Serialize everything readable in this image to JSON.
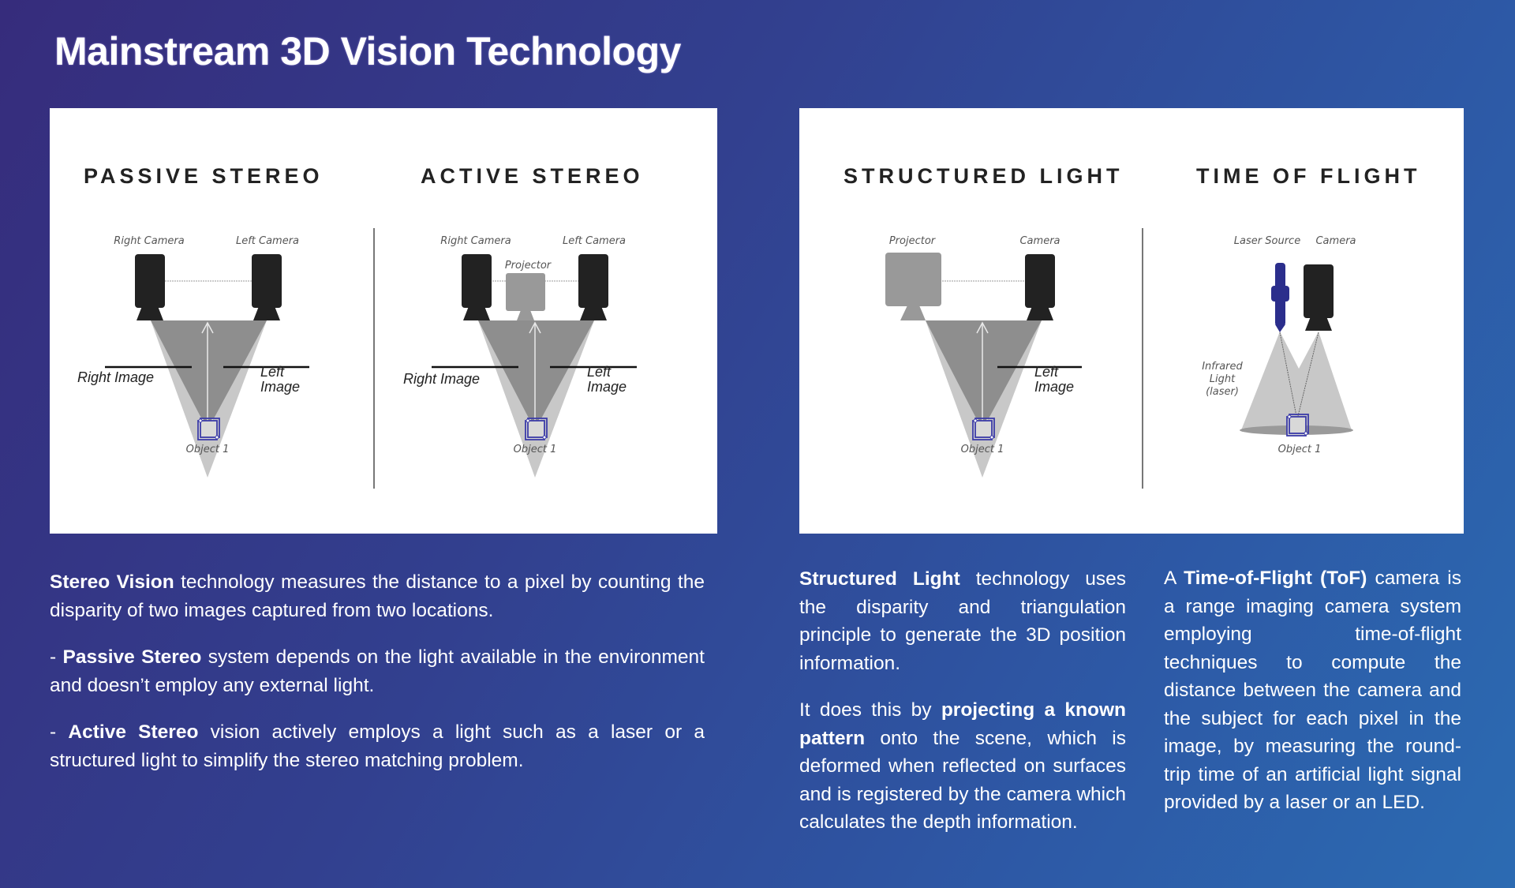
{
  "title": "Mainstream 3D Vision Technology",
  "colors": {
    "bg_top_left": "#362C7C",
    "bg_bottom_right": "#2C6BB2",
    "panel": "#FFFFFF",
    "camera": "#222222",
    "projector": "#999999",
    "laser": "#2B2E8C",
    "object": "#3C3CA0",
    "light_outer": "#C8C8C8",
    "light_inner": "#8E8E8E"
  },
  "left_panel": {
    "passive": {
      "heading": "PASSIVE STEREO",
      "right_camera": "Right Camera",
      "left_camera": "Left Camera",
      "right_image": "Right Image",
      "left_image_1": "Left",
      "left_image_2": "Image",
      "object": "Object 1"
    },
    "active": {
      "heading": "ACTIVE STEREO",
      "right_camera": "Right Camera",
      "left_camera": "Left Camera",
      "projector": "Projector",
      "right_image": "Right Image",
      "left_image_1": "Left",
      "left_image_2": "Image",
      "object": "Object 1"
    }
  },
  "right_panel": {
    "structured": {
      "heading": "STRUCTURED LIGHT",
      "projector": "Projector",
      "camera": "Camera",
      "left_image_1": "Left",
      "left_image_2": "Image",
      "object": "Object 1"
    },
    "tof": {
      "heading": "TIME OF FLIGHT",
      "laser_source": "Laser Source",
      "camera": "Camera",
      "infrared_1": "Infrared",
      "infrared_2": "Light",
      "infrared_3": "(laser)",
      "object": "Object 1"
    }
  },
  "stereo_text": {
    "p1_bold": "Stereo Vision",
    "p1_rest": " technology measures the distance to a pixel by counting the disparity of two images captured from two locations.",
    "p2_prefix": "- ",
    "p2_bold": "Passive Stereo",
    "p2_rest": " system depends on the light available in the environment and doesn’t employ any external light.",
    "p3_prefix": "- ",
    "p3_bold": "Active Stereo",
    "p3_rest": " vision actively employs a light such as a laser or a structured light to simplify the stereo matching problem."
  },
  "structured_text": {
    "p1_bold": "Structured Light",
    "p1_rest": " technology uses the disparity and triangulation principle to generate the 3D position information.",
    "p2_pre": "It does this by ",
    "p2_bold": "projecting a known pattern",
    "p2_rest": " onto the scene, which is deformed when reflected on surfaces and is registered by the camera which calculates the depth information."
  },
  "tof_text": {
    "p1_pre": "A ",
    "p1_bold": "Time-of-Flight (ToF)",
    "p1_rest": " camera is a range imaging camera system employing time-of-flight techniques to compute the distance between the camera and the subject for each pixel in the image, by measuring the round-trip time of an artificial light signal provided by a laser or an LED."
  }
}
